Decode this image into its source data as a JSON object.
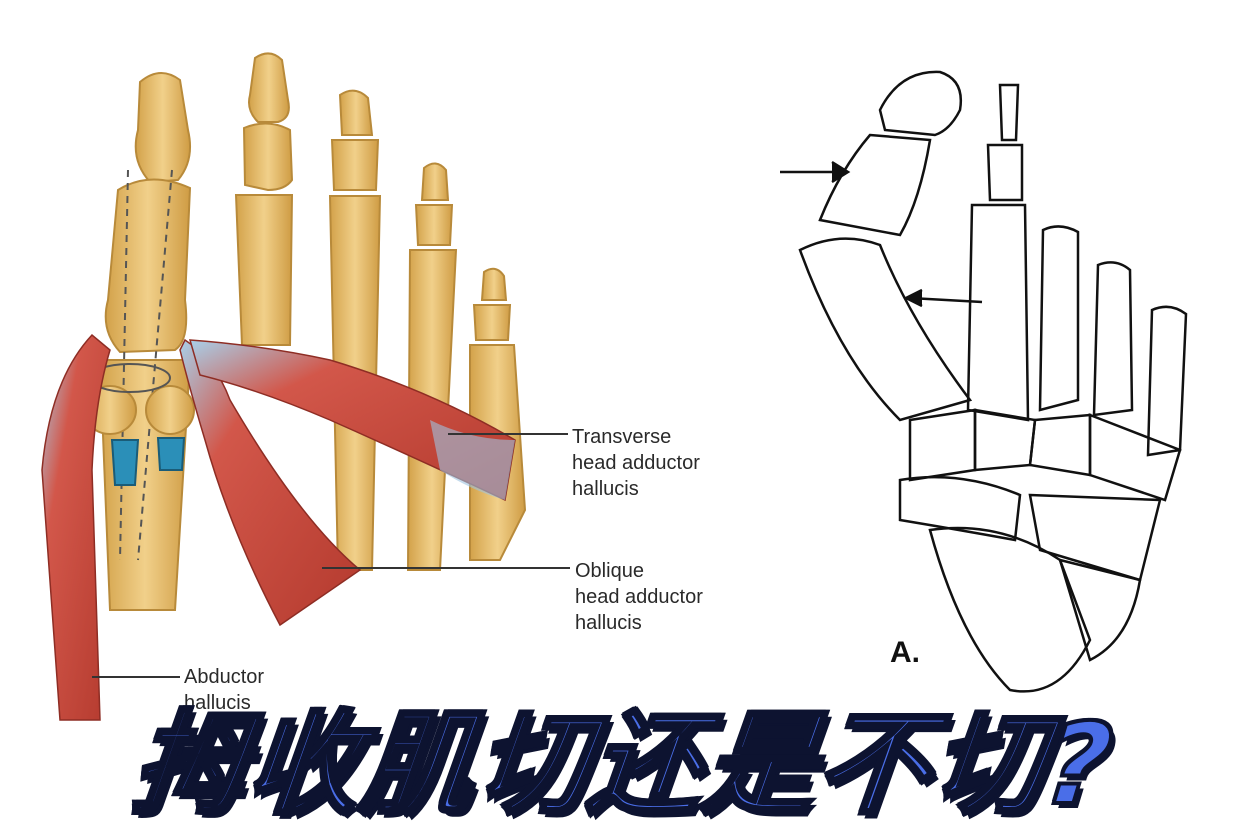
{
  "labels": {
    "transverse": "Transverse\nhead adductor\nhallucis",
    "oblique": "Oblique\nhead adductor\nhallucis",
    "abductor": "Abductor\nhallucis",
    "panel_a": "A."
  },
  "headline": "拇收肌切还是不切?",
  "colors": {
    "bone": "#e8c06a",
    "bone_shadow": "#c9953a",
    "muscle": "#c8493a",
    "tendon": "#9fc3df",
    "sesamoid_blue": "#2b8fb8",
    "headline_fill": "#4a6ee8",
    "headline_stroke": "#0d1330",
    "line_art": "#111111"
  }
}
